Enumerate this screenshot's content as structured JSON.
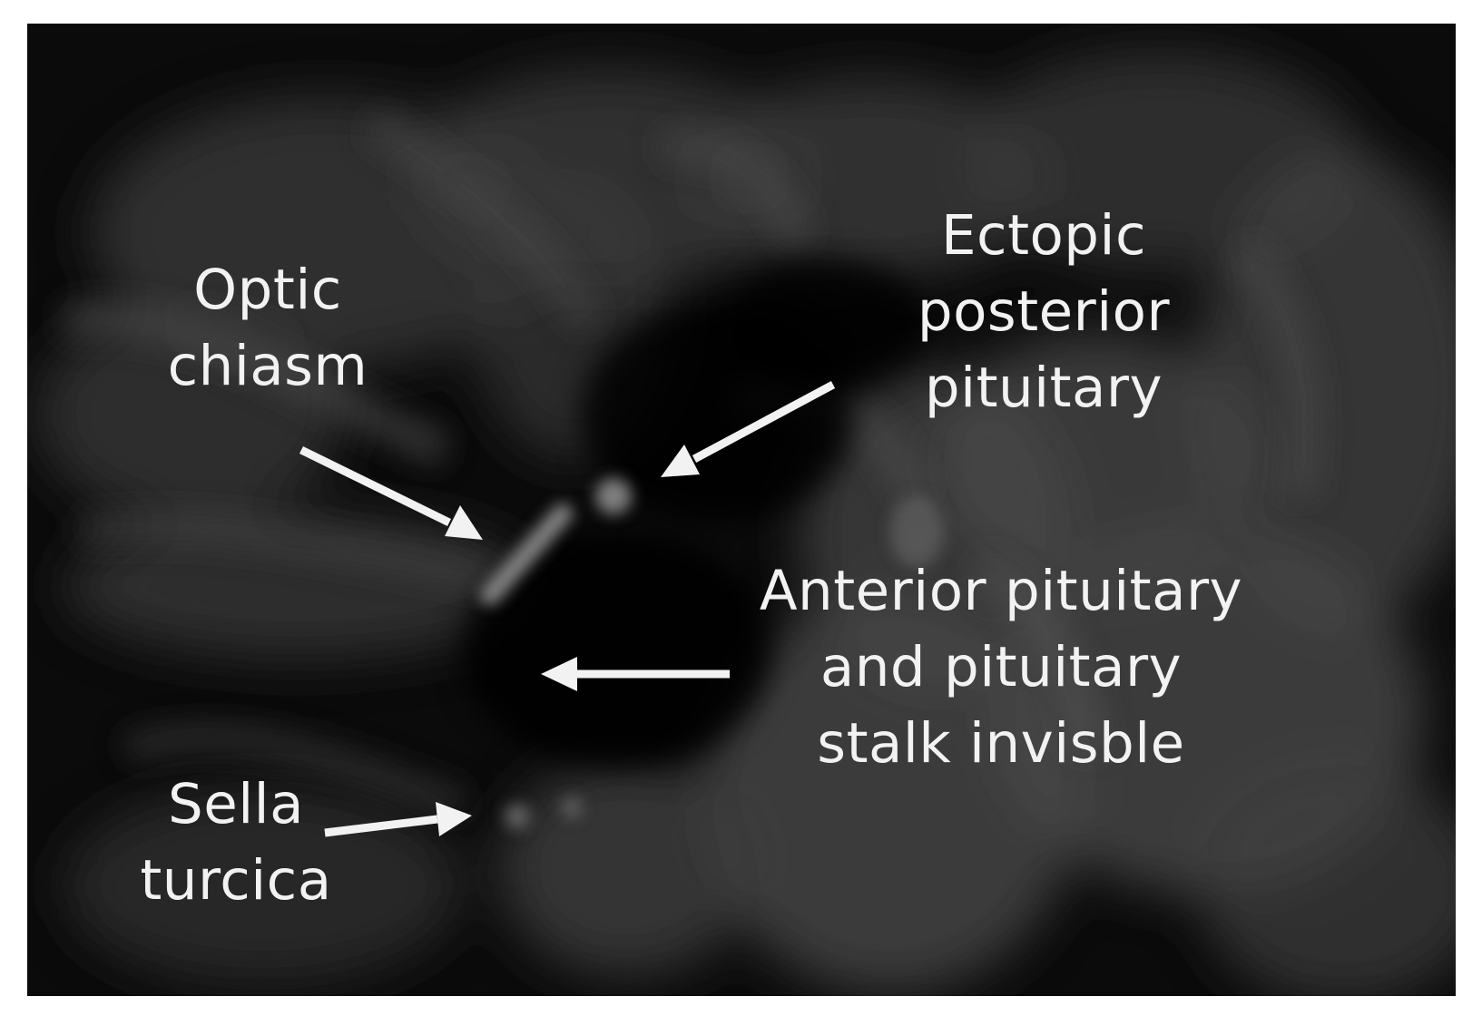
{
  "image": {
    "subject": "sagittal T1 MRI of sellar region",
    "background_color": "#0a0a0a",
    "label_color": "#f2f2f2",
    "arrow_color": "#f2f2f2"
  },
  "annotations": {
    "optic_chiasm": "Optic\nchiasm",
    "ectopic_posterior_pituitary": "Ectopic\nposterior\npituitary",
    "anterior_pituitary": "Anterior pituitary\nand pituitary\nstalk invisble",
    "sella_turcica": "Sella\nturcica"
  }
}
